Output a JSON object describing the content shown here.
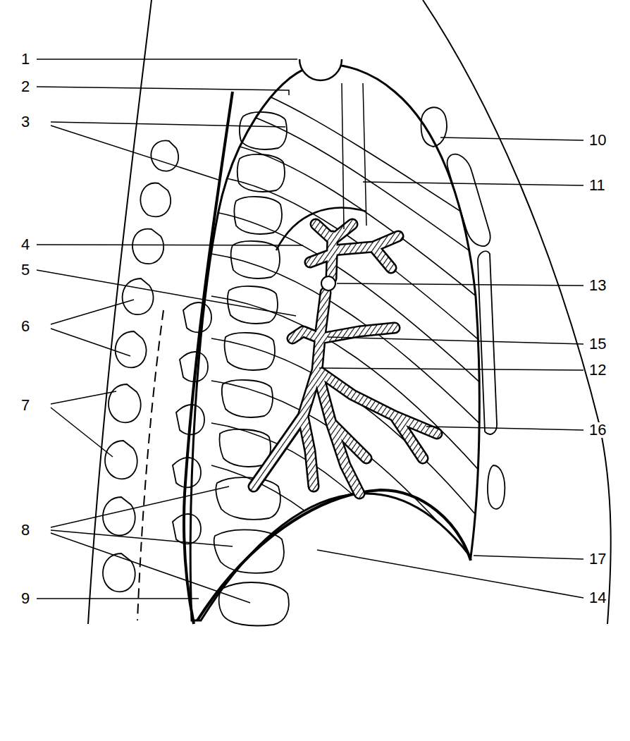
{
  "diagram": {
    "labels": [
      "1",
      "2",
      "3",
      "4",
      "5",
      "6",
      "7",
      "8",
      "9",
      "10",
      "11",
      "13",
      "15",
      "12",
      "16",
      "17",
      "14"
    ]
  }
}
